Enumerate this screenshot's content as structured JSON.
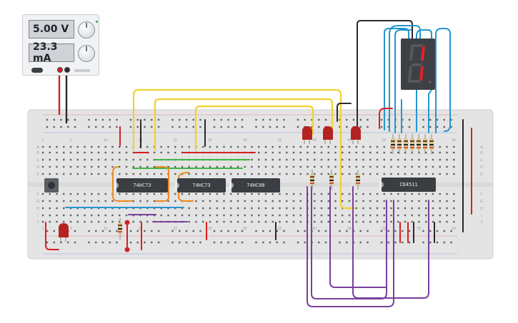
{
  "power_supply": {
    "voltage_display": "5.00 V",
    "current_display": "23.3 mA"
  },
  "chips": [
    {
      "id": "u1",
      "label": "74HC73"
    },
    {
      "id": "u2",
      "label": "74HC73"
    },
    {
      "id": "u3",
      "label": "74HC08"
    },
    {
      "id": "u4",
      "label": "CD4511"
    }
  ],
  "breadboard": {
    "column_labels": [
      "1",
      "5",
      "10",
      "15",
      "20",
      "25",
      "30",
      "35",
      "40",
      "45",
      "50",
      "55",
      "60"
    ],
    "row_labels": [
      "A",
      "B",
      "C",
      "D",
      "E",
      "F",
      "G",
      "H",
      "I",
      "J"
    ]
  },
  "seven_segment": {
    "digit_shown": "1",
    "segment_on_color": "#e5202a",
    "segment_off_color": "#55595e"
  },
  "colors": {
    "board": "#e4e4e4",
    "wire_yellow": "#f2d12e",
    "wire_red": "#d82020",
    "wire_black": "#2a2a2a",
    "wire_blue": "#2596cf",
    "wire_green": "#3fb547",
    "wire_purple": "#7b3f9e",
    "wire_orange": "#f08a1c",
    "led_red": "#b52222",
    "chip_body": "#3a3d41"
  },
  "icons": [
    "power-switch-icon",
    "voltage-knob-icon",
    "current-knob-icon",
    "seven-segment-display",
    "pushbutton-icon",
    "led-icon",
    "resistor-icon"
  ]
}
